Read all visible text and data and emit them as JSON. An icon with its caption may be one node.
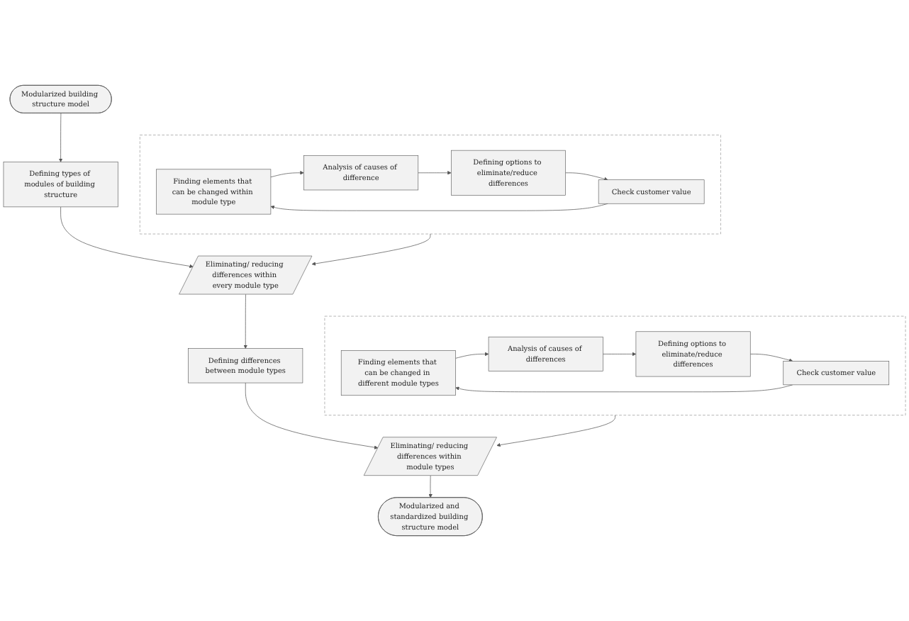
{
  "diagram": {
    "nodes": [
      {
        "text": [
          "Modularized building structure model"
        ]
      },
      {
        "text": [
          "Defining types of modules of building structure"
        ]
      },
      {
        "text": [
          "Eliminating/ reducing differences within every module type"
        ]
      },
      {
        "text": [],
        "shape": "box"
      },
      {
        "text": [
          "Finding elements that can be changed within module type"
        ],
        "in": 3
      },
      {
        "text": [
          "Analysis of causes of difference"
        ],
        "in": 3
      },
      {
        "text": [
          "Defining options to eliminate/reduce differences"
        ],
        "in": 3
      },
      {
        "text": [
          "Check customer value"
        ],
        "in": 3
      },
      {
        "text": [
          "Defining differences between module types"
        ]
      },
      {
        "text": [
          "Eliminating/ reducing differences within module types"
        ]
      },
      {
        "text": [],
        "shape": "box"
      },
      {
        "text": [
          "Finding elements that can be changed in different module types"
        ],
        "in": 10
      },
      {
        "text": [
          "Analysis of causes of differences"
        ],
        "in": 10
      },
      {
        "text": [
          "Defining options to eliminate/reduce differences"
        ],
        "in": 10
      },
      {
        "text": [
          "Check customer value"
        ],
        "in": 10
      },
      {
        "text": [
          "Modularized and standardized building structure model"
        ]
      }
    ],
    "edges": [
      {
        "from": 0,
        "to": 1,
        "arrow": "to"
      },
      {
        "from": 1,
        "to": 2,
        "arrow": "to"
      },
      {
        "from": 3,
        "to": 2,
        "arrow": "to"
      },
      {
        "from": 4,
        "to": 5,
        "arrow": "to"
      },
      {
        "from": 5,
        "to": 6,
        "arrow": "to"
      },
      {
        "from": 6,
        "to": 7,
        "arrow": "to"
      },
      {
        "from": 7,
        "to": 4,
        "arrow": "to"
      },
      {
        "from": 2,
        "to": 8,
        "arrow": "to"
      },
      {
        "from": 8,
        "to": 9,
        "arrow": "to"
      },
      {
        "from": 10,
        "to": 9,
        "arrow": "to"
      },
      {
        "from": 11,
        "to": 12,
        "arrow": "to"
      },
      {
        "from": 12,
        "to": 13,
        "arrow": "to"
      },
      {
        "from": 13,
        "to": 14,
        "arrow": "to"
      },
      {
        "from": 14,
        "to": 11,
        "arrow": "to"
      },
      {
        "from": 9,
        "to": 15,
        "arrow": "to"
      }
    ]
  }
}
